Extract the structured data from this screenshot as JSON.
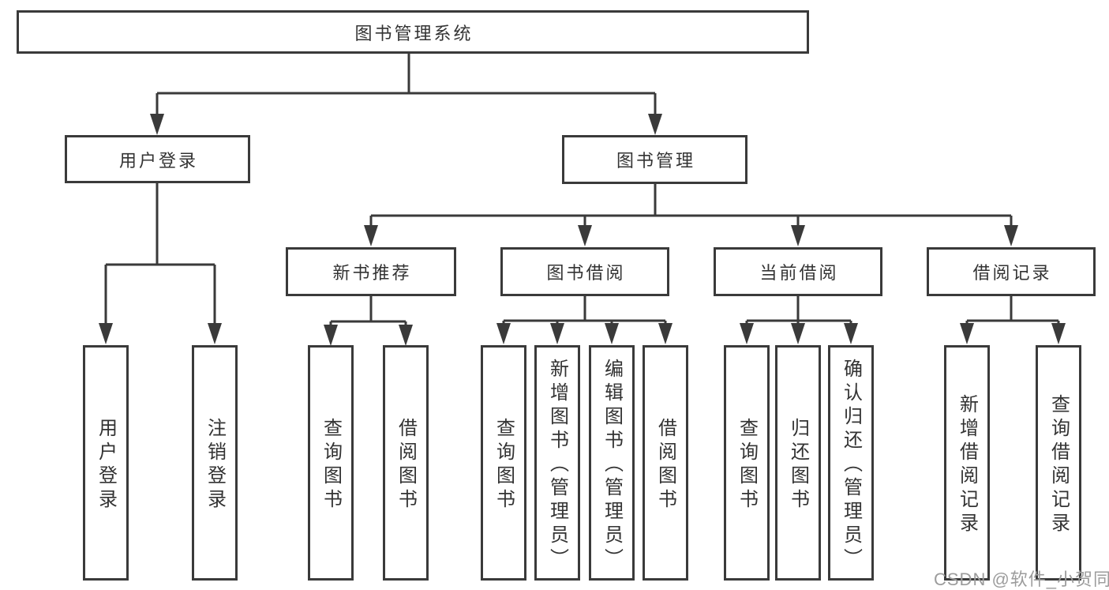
{
  "colors": {
    "line": "#3a3a3a",
    "text": "#333333",
    "watermark": "#9c9c9c",
    "background": "#ffffff"
  },
  "watermark": "CSDN @软件_小贺同学",
  "tree": {
    "label": "图书管理系统",
    "children": [
      {
        "label": "用户登录",
        "children": [
          {
            "label": "用户登录"
          },
          {
            "label": "注销登录"
          }
        ]
      },
      {
        "label": "图书管理",
        "children": [
          {
            "label": "新书推荐",
            "children": [
              {
                "label": "查询图书"
              },
              {
                "label": "借阅图书"
              }
            ]
          },
          {
            "label": "图书借阅",
            "children": [
              {
                "label": "查询图书"
              },
              {
                "label": "新增图书（管理员）"
              },
              {
                "label": "编辑图书（管理员）"
              },
              {
                "label": "借阅图书"
              }
            ]
          },
          {
            "label": "当前借阅",
            "children": [
              {
                "label": "查询图书"
              },
              {
                "label": "归还图书"
              },
              {
                "label": "确认归还（管理员）"
              }
            ]
          },
          {
            "label": "借阅记录",
            "children": [
              {
                "label": "新增借阅记录"
              },
              {
                "label": "查询借阅记录"
              }
            ]
          }
        ]
      }
    ]
  }
}
